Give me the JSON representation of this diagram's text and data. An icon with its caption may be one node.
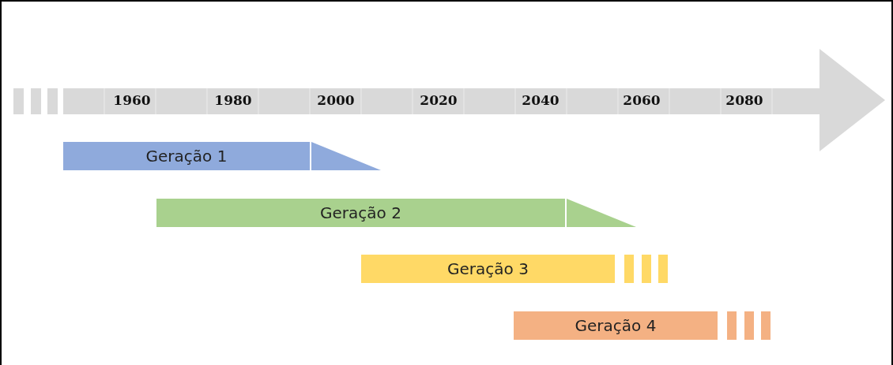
{
  "diagram": {
    "nodes": [
      {
        "text": [
          "Geração 1"
        ]
      },
      {
        "text": [
          "Geração 2"
        ]
      },
      {
        "text": [
          "Geração 3"
        ]
      },
      {
        "text": [
          "Geração 4"
        ]
      }
    ],
    "labels": [
      "1960",
      "1980",
      "2000",
      "2020",
      "2040",
      "2060",
      "2080"
    ]
  }
}
